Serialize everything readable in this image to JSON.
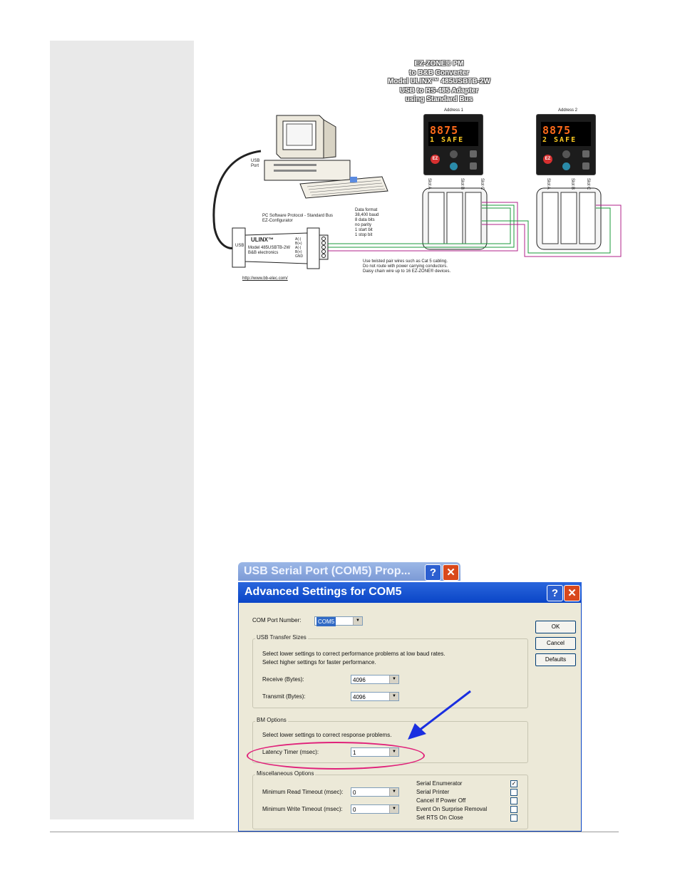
{
  "diagram": {
    "title_lines": [
      "EZ-ZONE® PM",
      "to B&B Converter",
      "Model ULINX™ 485USBTB-2W",
      "USB to RS-485 Adapter",
      "using Standard Bus"
    ],
    "usb_port": "USB\nPort",
    "pc_software": "PC Software Protocol - Standard Bus\nEZ-Configurator",
    "data_format": "Data format\n38,400 baud\n8 data bits\nno parity\n1 start bit\n1 stop bit",
    "converter_brand": "ULINX™",
    "converter_model": "Model 485USBTB-2W\nB&B electronics",
    "converter_pins": "A(-)\nB(+)\nA(-)\nB(+)\nGND",
    "usb_label": "USB",
    "url": "http://www.bb-elec.com/",
    "wiring_note": "Use twisted pair wires such as Cat 5 cabling.\nDo not route with power carrying conductors.\nDaisy chain wire up to 16 EZ-ZONE® devices.",
    "controllers": [
      {
        "address": "Address 1",
        "top_digits": "8875",
        "bottom": "1 SAFE",
        "ez": "EZ"
      },
      {
        "address": "Address 2",
        "top_digits": "8875",
        "bottom": "2 SAFE",
        "ez": "EZ"
      }
    ],
    "slot_labels": [
      "Slot A",
      "Slot B",
      "Slot C"
    ]
  },
  "dialog": {
    "bg_title": "USB Serial Port (COM5) Prop...",
    "title": "Advanced Settings for COM5",
    "help_glyph": "?",
    "close_glyph": "✕",
    "com_port_label": "COM Port Number:",
    "com_port_value": "COM5",
    "usb_group": "USB Transfer Sizes",
    "usb_text": "Select lower settings to correct performance problems at low baud rates.\nSelect higher settings for faster performance.",
    "receive_label": "Receive (Bytes):",
    "receive_value": "4096",
    "transmit_label": "Transmit (Bytes):",
    "transmit_value": "4096",
    "bm_group": "BM Options",
    "bm_text": "Select lower settings to correct response problems.",
    "latency_label": "Latency Timer (msec):",
    "latency_value": "1",
    "misc_group": "Miscellaneous Options",
    "min_read_label": "Minimum Read Timeout (msec):",
    "min_read_value": "0",
    "min_write_label": "Minimum Write Timeout (msec):",
    "min_write_value": "0",
    "options": [
      {
        "label": "Serial Enumerator",
        "checked": true
      },
      {
        "label": "Serial Printer",
        "checked": false
      },
      {
        "label": "Cancel If Power Off",
        "checked": false
      },
      {
        "label": "Event On Surprise Removal",
        "checked": false
      },
      {
        "label": "Set RTS On Close",
        "checked": false
      }
    ],
    "ok": "OK",
    "cancel": "Cancel",
    "defaults": "Defaults",
    "dropdown_arrow": "▼",
    "check_glyph": "✓",
    "annotation_color": "#e0227a",
    "arrow_color": "#1a2fe0"
  }
}
